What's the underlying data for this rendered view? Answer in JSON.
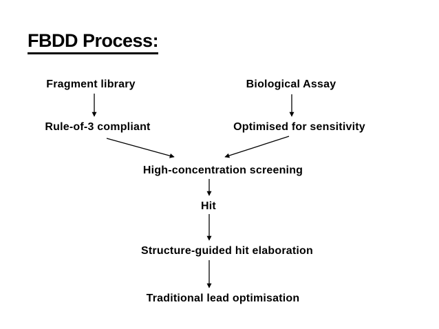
{
  "slide": {
    "title": "FBDD Process:"
  },
  "diagram": {
    "nodes": {
      "fragment_library": {
        "label": "Fragment library"
      },
      "biological_assay": {
        "label": "Biological Assay"
      },
      "rule_of_3": {
        "label": "Rule-of-3 compliant"
      },
      "optimised_sensitivity": {
        "label": "Optimised for sensitivity"
      },
      "high_conc_screening": {
        "label": "High-concentration screening"
      },
      "hit": {
        "label": "Hit"
      },
      "hit_elaboration": {
        "label": "Structure-guided hit elaboration"
      },
      "lead_optimisation": {
        "label": "Traditional lead optimisation"
      }
    },
    "edges": [
      {
        "from": "Fragment library",
        "to": "Rule-of-3 compliant"
      },
      {
        "from": "Biological Assay",
        "to": "Optimised for sensitivity"
      },
      {
        "from": "Rule-of-3 compliant",
        "to": "High-concentration screening"
      },
      {
        "from": "Optimised for sensitivity",
        "to": "High-concentration screening"
      },
      {
        "from": "High-concentration screening",
        "to": "Hit"
      },
      {
        "from": "Hit",
        "to": "Structure-guided hit elaboration"
      },
      {
        "from": "Structure-guided hit elaboration",
        "to": "Traditional lead optimisation"
      }
    ],
    "colors": {
      "text": "#000000",
      "background": "#ffffff"
    }
  }
}
